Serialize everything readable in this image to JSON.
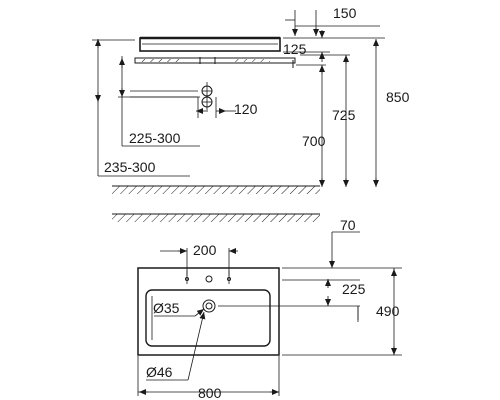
{
  "side_view": {
    "dim_top_right": "150",
    "dim_rim": "125",
    "dim_height_total": "850",
    "dim_height_mid": "725",
    "dim_height_low": "700",
    "dim_pipe": "120",
    "dim_range_a": "225-300",
    "dim_range_b": "235-300"
  },
  "top_view": {
    "dim_tap_spacing": "200",
    "dim_edge_offset": "70",
    "dim_drain_pos": "225",
    "dim_depth": "490",
    "dim_drain_diameter": "Ø35",
    "dim_overflow_diameter": "Ø46",
    "dim_width": "800"
  }
}
